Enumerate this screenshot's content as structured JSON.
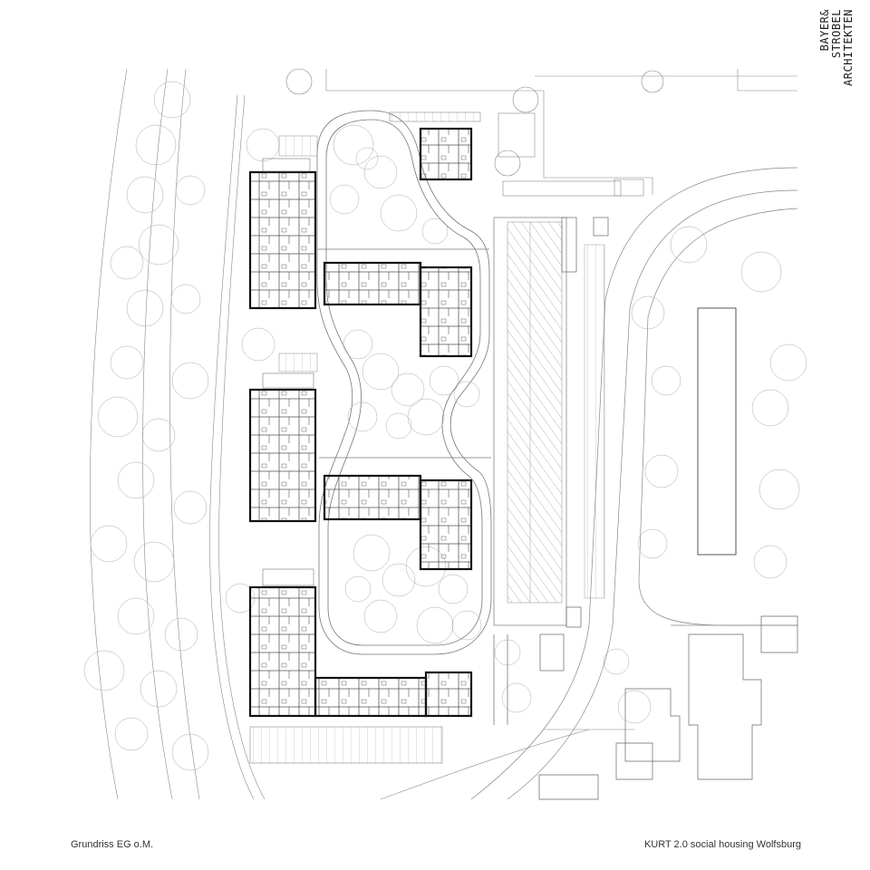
{
  "logo": {
    "lines": [
      "BAYER&",
      "STROBEL",
      "ARCHITEKTEN"
    ]
  },
  "caption_left": "Grundriss EG o.M.",
  "caption_right": "KURT 2.0 social housing Wolfsburg"
}
